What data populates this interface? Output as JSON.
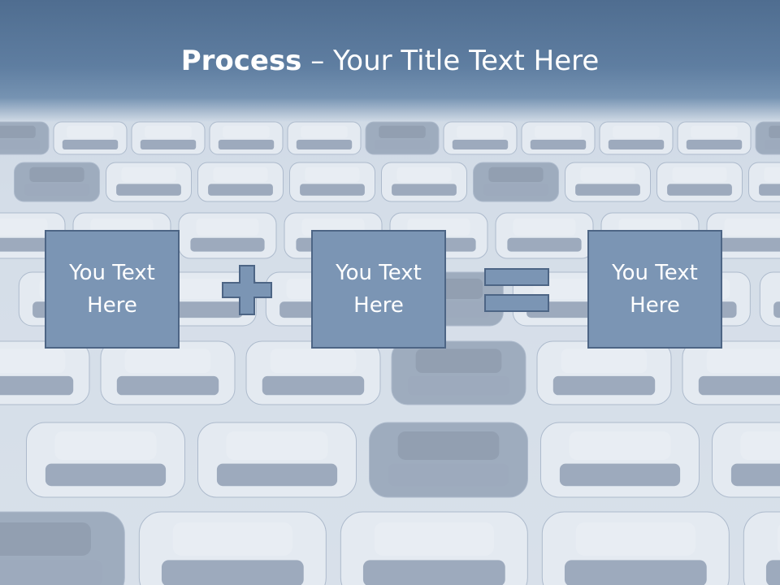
{
  "title": {
    "bold": "Process",
    "rest": " – Your Title Text Here"
  },
  "boxes": [
    {
      "text": "You Text Here"
    },
    {
      "text": "You Text Here"
    },
    {
      "text": "You Text Here"
    }
  ],
  "colors": {
    "title_band": "#5f7ea1",
    "box_fill": "#7b95b4",
    "box_border": "#4d6585",
    "text": "#ffffff"
  },
  "icons": {
    "operator_1": "plus-icon",
    "operator_2": "equals-icon"
  }
}
